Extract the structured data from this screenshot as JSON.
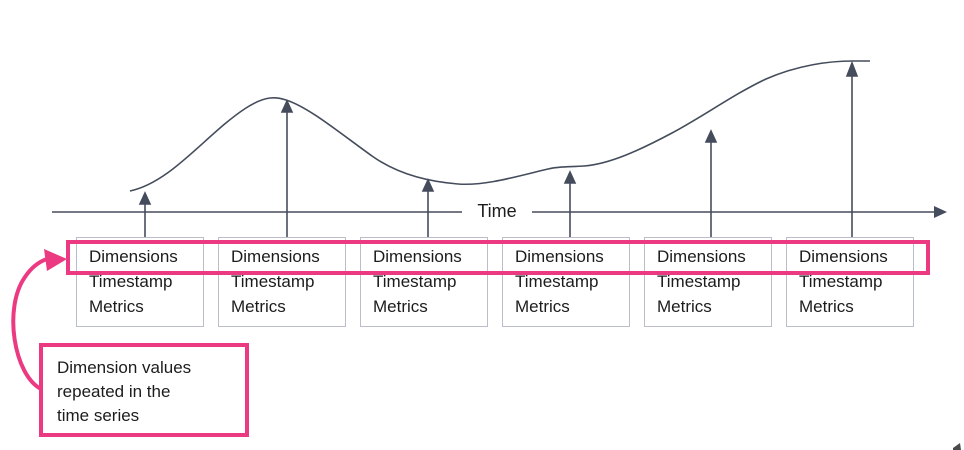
{
  "diagram": {
    "axis_label": "Time",
    "records": [
      {
        "dimensions": "Dimensions",
        "timestamp": "Timestamp",
        "metrics": "Metrics"
      },
      {
        "dimensions": "Dimensions",
        "timestamp": "Timestamp",
        "metrics": "Metrics"
      },
      {
        "dimensions": "Dimensions",
        "timestamp": "Timestamp",
        "metrics": "Metrics"
      },
      {
        "dimensions": "Dimensions",
        "timestamp": "Timestamp",
        "metrics": "Metrics"
      },
      {
        "dimensions": "Dimensions",
        "timestamp": "Timestamp",
        "metrics": "Metrics"
      },
      {
        "dimensions": "Dimensions",
        "timestamp": "Timestamp",
        "metrics": "Metrics"
      }
    ],
    "annotation": {
      "lines": [
        "Dimension values",
        "repeated in the",
        "time series"
      ]
    },
    "colors": {
      "accent_pink": "#ec3a82",
      "line": "#454c5c",
      "box_border": "#b9bec8",
      "text": "#1c1c1c"
    }
  }
}
